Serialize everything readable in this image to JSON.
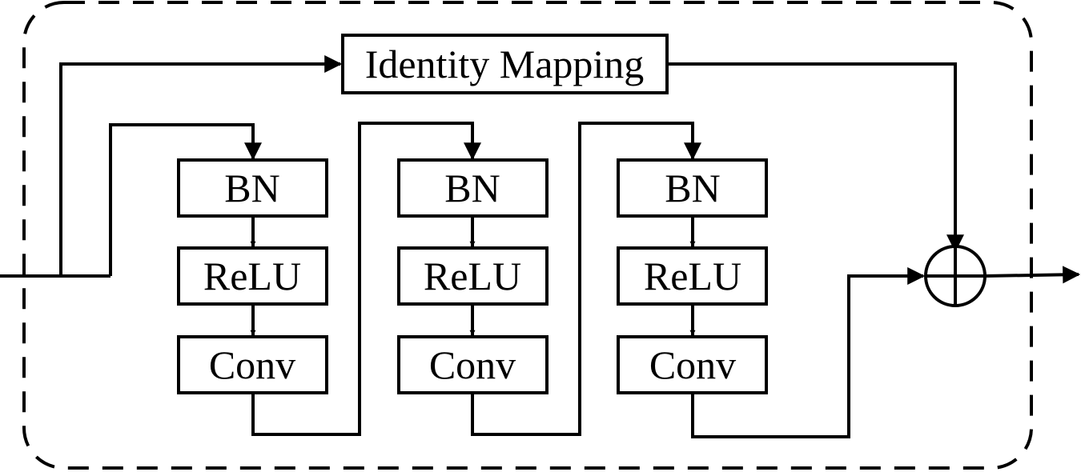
{
  "diagram": {
    "identity_label": "Identity Mapping",
    "blocks": [
      {
        "bn": "BN",
        "relu": "ReLU",
        "conv": "Conv"
      },
      {
        "bn": "BN",
        "relu": "ReLU",
        "conv": "Conv"
      },
      {
        "bn": "BN",
        "relu": "ReLU",
        "conv": "Conv"
      }
    ],
    "colors": {
      "stroke": "#000000",
      "background": "#ffffff"
    }
  }
}
